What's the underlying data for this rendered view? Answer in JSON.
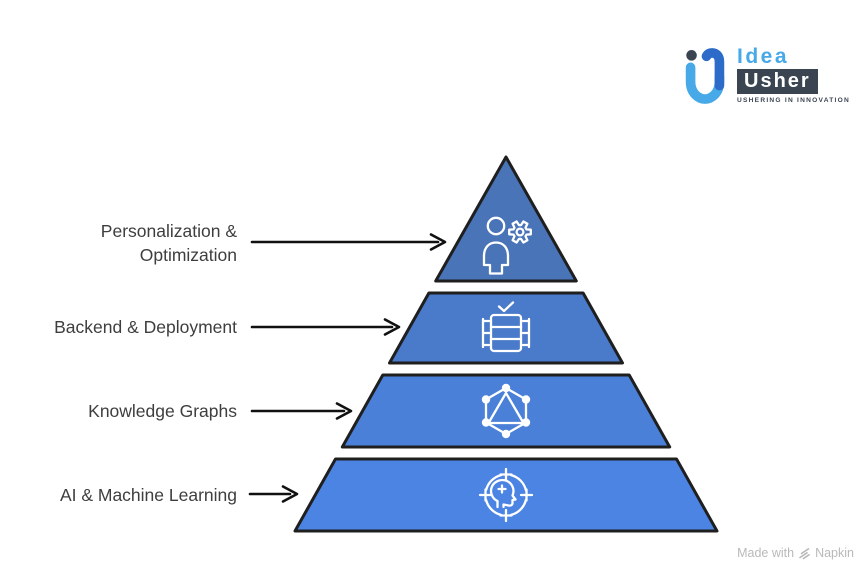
{
  "logo": {
    "brand_top": "Idea",
    "brand_bottom": "Usher",
    "tagline": "USHERING IN INNOVATION",
    "colors": {
      "light_blue": "#47a9e8",
      "dark_blue": "#2c6bc8",
      "slate": "#3a4551"
    }
  },
  "pyramid": {
    "outline_color": "#1f1f1f",
    "icon_color": "#ffffff",
    "label_color": "#3e3e3e",
    "arrow_color": "#111111",
    "levels": [
      {
        "label": "Personalization & Optimization",
        "icon": "person-gear-icon",
        "fill": "#4a74b8"
      },
      {
        "label": "Backend & Deployment",
        "icon": "server-deploy-icon",
        "fill": "#4a7aca"
      },
      {
        "label": "Knowledge Graphs",
        "icon": "graph-network-icon",
        "fill": "#4b80d8"
      },
      {
        "label": "AI & Machine Learning",
        "icon": "ai-head-target-icon",
        "fill": "#4c84e4"
      }
    ]
  },
  "footer": {
    "credit_prefix": "Made with",
    "credit_brand": "Napkin",
    "color": "#b9b9b9"
  }
}
